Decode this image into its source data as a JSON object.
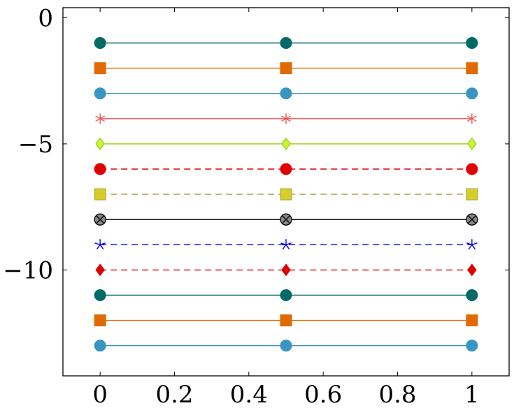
{
  "chart_data": {
    "type": "line",
    "title": "",
    "xlabel": "",
    "ylabel": "",
    "xlim": [
      -0.1,
      1.1
    ],
    "ylim": [
      -14.2,
      0.4
    ],
    "grid": false,
    "legend": "none",
    "x_ticks": [
      0,
      0.2,
      0.4,
      0.6,
      0.8,
      1
    ],
    "x_tick_labels": [
      "0",
      "0.2",
      "0.4",
      "0.6",
      "0.8",
      "1"
    ],
    "y_ticks": [
      0,
      -5,
      -10
    ],
    "y_tick_labels": [
      "0",
      "−5",
      "−10"
    ],
    "x": [
      0,
      0.5,
      1
    ],
    "series": [
      {
        "values": [
          -1,
          -1,
          -1
        ],
        "color": "#006b66",
        "marker": "circle",
        "dash": "solid",
        "fill": "#006b66"
      },
      {
        "values": [
          -2,
          -2,
          -2
        ],
        "color": "#e06a00",
        "marker": "square",
        "dash": "solid",
        "fill": "#e06a00"
      },
      {
        "values": [
          -3,
          -3,
          -3
        ],
        "color": "#3a95c0",
        "marker": "circle",
        "dash": "solid",
        "fill": "#3a95c0"
      },
      {
        "values": [
          -4,
          -4,
          -4
        ],
        "color": "#f25252",
        "marker": "asterisk",
        "dash": "solid",
        "fill": "#f25252"
      },
      {
        "values": [
          -5,
          -5,
          -5
        ],
        "color": "#99cc00",
        "marker": "diamond",
        "dash": "solid",
        "fill": "#c9f53a"
      },
      {
        "values": [
          -6,
          -6,
          -6
        ],
        "color": "#e00000",
        "marker": "circle",
        "dash": "dashed",
        "fill": "#e00000"
      },
      {
        "values": [
          -7,
          -7,
          -7
        ],
        "color": "#a5a13a",
        "marker": "square",
        "dash": "dashed",
        "fill": "#d6cc2a"
      },
      {
        "values": [
          -8,
          -8,
          -8
        ],
        "color": "#000000",
        "marker": "otimes",
        "dash": "solid",
        "fill": "#888888"
      },
      {
        "values": [
          -9,
          -9,
          -9
        ],
        "color": "#0000ff",
        "marker": "star",
        "dash": "dashed",
        "fill": "#0000ff"
      },
      {
        "values": [
          -10,
          -10,
          -10
        ],
        "color": "#e00000",
        "marker": "diamond",
        "dash": "dashed",
        "fill": "#e00000"
      },
      {
        "values": [
          -11,
          -11,
          -11
        ],
        "color": "#006b66",
        "marker": "circle",
        "dash": "solid",
        "fill": "#006b66"
      },
      {
        "values": [
          -12,
          -12,
          -12
        ],
        "color": "#e06a00",
        "marker": "square",
        "dash": "solid",
        "fill": "#e06a00"
      },
      {
        "values": [
          -13,
          -13,
          -13
        ],
        "color": "#3a95c0",
        "marker": "circle",
        "dash": "solid",
        "fill": "#3a95c0"
      }
    ]
  }
}
